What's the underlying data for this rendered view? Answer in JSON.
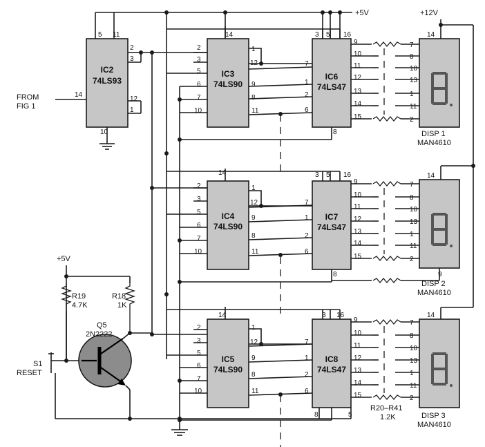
{
  "supply": {
    "v5_top": "+5V",
    "v12": "+12V",
    "v5_left": "+5V"
  },
  "input": {
    "line1": "FROM",
    "line2": "FIG 1"
  },
  "chips": {
    "ic2": {
      "ref": "IC2",
      "part": "74LS93"
    },
    "ic3": {
      "ref": "IC3",
      "part": "74LS90"
    },
    "ic4": {
      "ref": "IC4",
      "part": "74LS90"
    },
    "ic5": {
      "ref": "IC5",
      "part": "74LS90"
    },
    "ic6": {
      "ref": "IC6",
      "part": "74LS47"
    },
    "ic7": {
      "ref": "IC7",
      "part": "74LS47"
    },
    "ic8": {
      "ref": "IC8",
      "part": "74LS47"
    }
  },
  "displays": [
    {
      "ref": "DISP 1",
      "part": "MAN4610"
    },
    {
      "ref": "DISP 2",
      "part": "MAN4610"
    },
    {
      "ref": "DISP 3",
      "part": "MAN4610"
    }
  ],
  "resistors": {
    "r19": {
      "ref": "R19",
      "value": "4.7K"
    },
    "r18": {
      "ref": "R18",
      "value": "1K"
    },
    "r20": {
      "ref": "R20–R41",
      "value": "1.2K"
    }
  },
  "transistor": {
    "ref": "Q5",
    "part": "2N2222"
  },
  "switch": {
    "ref": "S1",
    "name": "RESET"
  },
  "pins": {
    "ic2": {
      "p5": "5",
      "p11": "11",
      "p2": "2",
      "p3": "3",
      "p14": "14",
      "p12": "12",
      "p1": "1",
      "p10": "10"
    },
    "ic90_left": [
      "2",
      "3",
      "5",
      "6",
      "7",
      "10"
    ],
    "ic90_top": "14",
    "ic90_right": [
      "1",
      "12",
      "9",
      "8",
      "11"
    ],
    "ic47_left": [
      "7",
      "1",
      "2",
      "6"
    ],
    "ic47_top": [
      "3",
      "5",
      "16"
    ],
    "ic47_right": [
      "9",
      "10",
      "11",
      "12",
      "13",
      "14",
      "15"
    ],
    "ic47_bottom": "8",
    "ic8_top": [
      "3",
      "16"
    ],
    "ic8_bottom": [
      "8",
      "5"
    ],
    "disp_left": [
      "7",
      "8",
      "10",
      "13",
      "1",
      "11",
      "2"
    ],
    "disp_top": "14",
    "disp_bottom": "9"
  },
  "colors": {
    "chip_fill": "#c6c6c6",
    "ink": "#1a1a1a",
    "segment": "#555555"
  }
}
